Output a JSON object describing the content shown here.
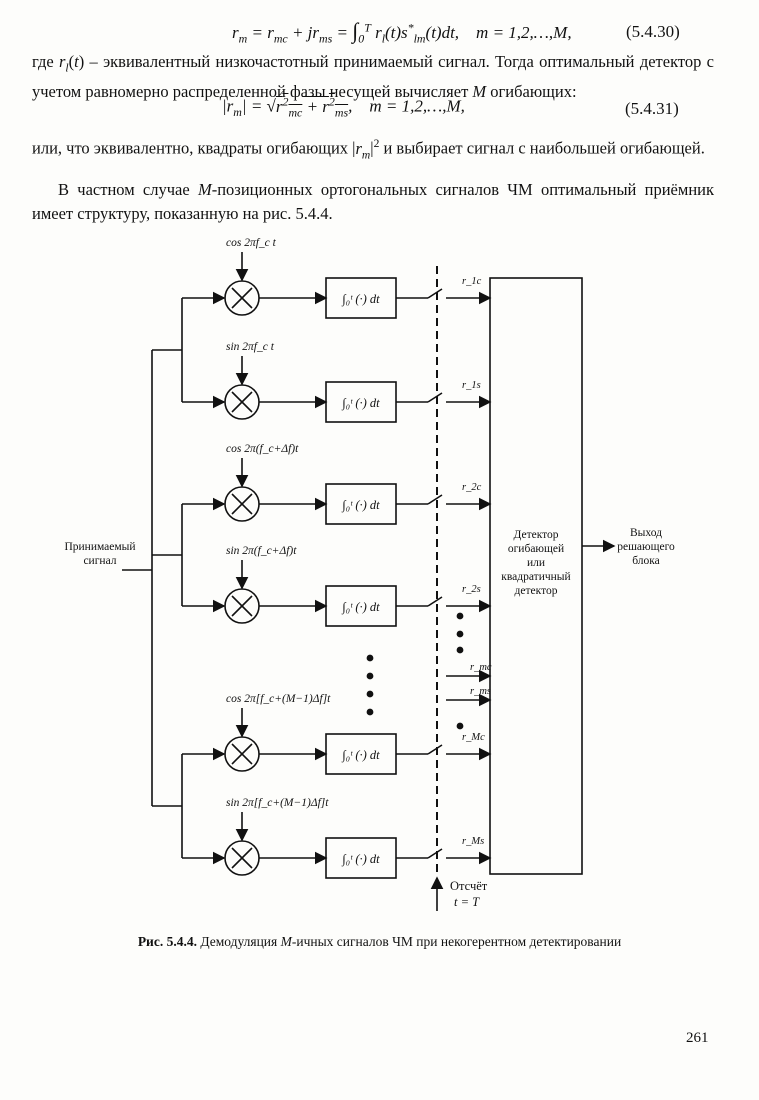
{
  "equations": {
    "eq1": "r_m = r_mc + j r_ms = ∫₀^T r_l(t) s*_lm(t) dt,   m = 1,2,…,M,",
    "eq1_number": "(5.4.30)",
    "eq2": "|r_m| = √(r²_mc + r²_ms),   m = 1,2,…,M,",
    "eq2_number": "(5.4.31)"
  },
  "text": {
    "p1": "где r_l(t) – эквивалентный низкочастотный принимаемый сигнал. Тогда оптимальный детектор с учетом равномерно распределенной фазы несущей вычисляет M огибающих:",
    "p2": "или, что эквивалентно, квадраты огибающих |r_m|² и выбирает сигнал с наибольшей огибающей.",
    "p3": "В частном случае M-позиционных ортогональных сигналов ЧМ оптимальный приёмник имеет структуру, показанную на рис. 5.4.4."
  },
  "diagram": {
    "input_label": [
      "Принимаемый",
      "сигнал"
    ],
    "detector_label": [
      "Детектор",
      "огибающей",
      "или",
      "квадратичный",
      "детектор"
    ],
    "output_label": [
      "Выход",
      "решающего",
      "блока"
    ],
    "sample_label": [
      "Отсчёт",
      "t = T"
    ],
    "integrator_label": "∫₀ᵗ (·) dt",
    "branches": [
      {
        "osc": "cos 2πf_c t",
        "out": "r_1c"
      },
      {
        "osc": "sin 2πf_c t",
        "out": "r_1s"
      },
      {
        "osc": "cos 2π(f_c+Δf)t",
        "out": "r_2c"
      },
      {
        "osc": "sin 2π(f_c+Δf)t",
        "out": "r_2s"
      },
      {
        "osc": "cos 2π[f_c+(M−1)Δf]t",
        "out": "r_Mc"
      },
      {
        "osc": "sin 2π[f_c+(M−1)Δf]t",
        "out": "r_Ms"
      }
    ],
    "extra_outputs": [
      "r_mc",
      "r_ms"
    ]
  },
  "caption": "Рис. 5.4.4. Демодуляция M-ичных сигналов ЧМ при некогерентном детектировании",
  "page_number": "261"
}
